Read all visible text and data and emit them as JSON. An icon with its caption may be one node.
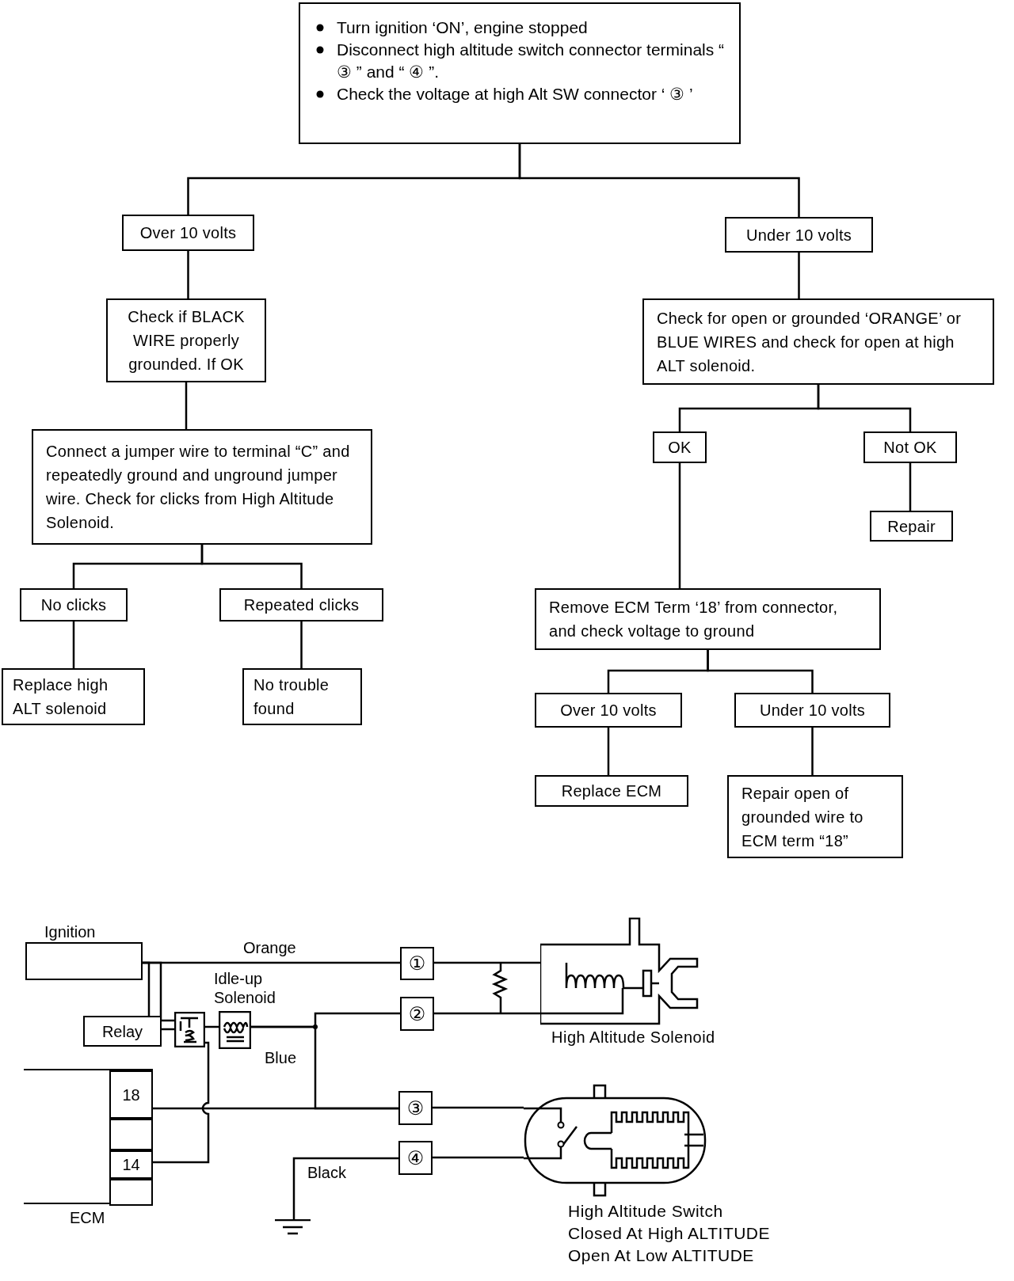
{
  "diagram": {
    "nodes": [
      {
        "text": [
          "Turn ignition ‘ON’, engine stopped",
          "Disconnect high altitude switch connector terminals “ ③ ” and “ ④ ”.",
          "Check the voltage at high Alt SW connector ‘ ③ ’"
        ]
      },
      {
        "text": [
          "Over 10 volts"
        ]
      },
      {
        "text": [
          "Under 10 volts"
        ]
      },
      {
        "text": [
          "Check if BLACK WIRE properly grounded. If OK"
        ]
      },
      {
        "text": [
          "Check for open or grounded ‘ORANGE’ or BLUE WIRES and check for open at high ALT solenoid."
        ]
      },
      {
        "text": [
          "Connect a jumper wire to terminal “C” and repeatedly ground and unground jumper wire. Check for clicks from High Altitude Solenoid."
        ]
      },
      {
        "text": [
          "OK"
        ]
      },
      {
        "text": [
          "Not OK"
        ]
      },
      {
        "text": [
          "Repair"
        ]
      },
      {
        "text": [
          "No clicks"
        ]
      },
      {
        "text": [
          "Repeated clicks"
        ]
      },
      {
        "text": [
          "Remove ECM Term ‘18’ from connector, and check voltage to ground"
        ]
      },
      {
        "text": [
          "Replace high ALT solenoid"
        ]
      },
      {
        "text": [
          "No trouble found"
        ]
      },
      {
        "text": [
          "Over 10 volts"
        ]
      },
      {
        "text": [
          "Under 10 volts"
        ]
      },
      {
        "text": [
          "Replace ECM"
        ]
      },
      {
        "text": [
          "Repair open of grounded wire to ECM term “18”"
        ]
      },
      {
        "text": [
          "Ignition"
        ]
      },
      {
        "text": [
          "Relay"
        ]
      },
      {
        "text": [],
        "shape": "relay"
      },
      {
        "text": [],
        "shape": "solenoid",
        "beside": [
          "Idle-up Solenoid"
        ]
      },
      {
        "text": [],
        "shape": "box",
        "beside": [
          "ECM"
        ]
      },
      {
        "text": [
          "18"
        ],
        "in": 22
      },
      {
        "text": [],
        "shape": "box",
        "in": 22
      },
      {
        "text": [
          "14"
        ],
        "in": 22
      },
      {
        "text": [],
        "shape": "box",
        "in": 22
      },
      {
        "text": [
          "①"
        ]
      },
      {
        "text": [
          "②"
        ]
      },
      {
        "text": [
          "③"
        ]
      },
      {
        "text": [
          "④"
        ]
      },
      {
        "text": [
          "High Altitude Solenoid"
        ]
      },
      {
        "text": [
          "High Altitude Switch",
          "Closed At High ALTITUDE",
          "Open At Low ALTITUDE"
        ]
      },
      {
        "text": [],
        "shape": "ground"
      }
    ],
    "edges": [
      {
        "from": 0,
        "to": 1,
        "arrow": "none"
      },
      {
        "from": 0,
        "to": 2,
        "arrow": "none"
      },
      {
        "from": 1,
        "to": 3,
        "arrow": "none"
      },
      {
        "from": 3,
        "to": 5,
        "arrow": "none"
      },
      {
        "from": 5,
        "to": 9,
        "arrow": "none"
      },
      {
        "from": 5,
        "to": 10,
        "arrow": "none"
      },
      {
        "from": 9,
        "to": 12,
        "arrow": "none"
      },
      {
        "from": 10,
        "to": 13,
        "arrow": "none"
      },
      {
        "from": 2,
        "to": 4,
        "arrow": "none"
      },
      {
        "from": 4,
        "to": 6,
        "arrow": "none"
      },
      {
        "from": 4,
        "to": 7,
        "arrow": "none"
      },
      {
        "from": 7,
        "to": 8,
        "arrow": "none"
      },
      {
        "from": 6,
        "to": 11,
        "arrow": "none"
      },
      {
        "from": 11,
        "to": 14,
        "arrow": "none"
      },
      {
        "from": 11,
        "to": 15,
        "arrow": "none"
      },
      {
        "from": 14,
        "to": 16,
        "arrow": "none"
      },
      {
        "from": 15,
        "to": 17,
        "arrow": "none"
      },
      {
        "from": 18,
        "to": 27,
        "arrow": "none",
        "label": "Orange"
      },
      {
        "from": 27,
        "to": 31,
        "arrow": "none"
      },
      {
        "from": 28,
        "to": 31,
        "arrow": "none"
      },
      {
        "from": 18,
        "to": 19,
        "arrow": "none"
      },
      {
        "from": 18,
        "to": 20,
        "arrow": "none"
      },
      {
        "from": 19,
        "to": 20,
        "arrow": "none"
      },
      {
        "from": 20,
        "to": 21,
        "arrow": "none"
      },
      {
        "from": 21,
        "to": 28,
        "arrow": "none"
      },
      {
        "from": 21,
        "to": 29,
        "arrow": "none",
        "label": "Blue"
      },
      {
        "from": 23,
        "to": 29,
        "arrow": "none"
      },
      {
        "from": 20,
        "to": 25,
        "arrow": "none"
      },
      {
        "from": 29,
        "to": 32,
        "arrow": "none"
      },
      {
        "from": 30,
        "to": 32,
        "arrow": "none"
      },
      {
        "from": 33,
        "to": 30,
        "arrow": "none",
        "label": "Black"
      }
    ]
  }
}
